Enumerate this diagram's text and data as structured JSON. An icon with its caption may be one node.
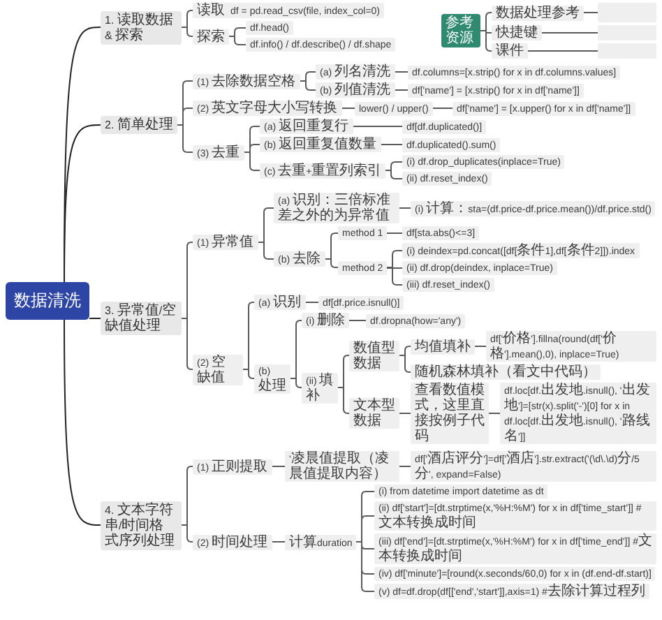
{
  "diagram": {
    "nodes": [
      {
        "text": [
          "数据清洗"
        ]
      },
      {
        "text": [
          "1. 读取数据 & 探索"
        ]
      },
      {
        "text": [
          "读取",
          "df = pd.read_csv(file, index_col=0)"
        ]
      },
      {
        "text": [
          "探索"
        ]
      },
      {
        "text": [
          "df.head()"
        ]
      },
      {
        "text": [
          "df.info() / df.describe() / df.shape"
        ]
      },
      {
        "text": [
          "参考资源"
        ]
      },
      {
        "text": [
          "数据处理参考"
        ]
      },
      {
        "text": [],
        "shape": "box"
      },
      {
        "text": [
          "快捷键"
        ]
      },
      {
        "text": [],
        "shape": "box"
      },
      {
        "text": [
          "课件"
        ]
      },
      {
        "text": [],
        "shape": "box"
      },
      {
        "text": [
          "2. 简单处理"
        ]
      },
      {
        "text": [
          "(1) 去除数据空格"
        ]
      },
      {
        "text": [
          "(a) 列名清洗"
        ]
      },
      {
        "text": [
          "df.columns=[x.strip() for x in df.columns.values]"
        ]
      },
      {
        "text": [
          "(b) 列值清洗"
        ]
      },
      {
        "text": [
          "df['name'] = [x.strip() for x in df['name']]"
        ]
      },
      {
        "text": [
          "(2) 英文字母大小写转换"
        ]
      },
      {
        "text": [
          "lower() / upper()"
        ]
      },
      {
        "text": [
          "df['name'] = [x.upper() for x in df['name']]"
        ]
      },
      {
        "text": [
          "(3) 去重"
        ]
      },
      {
        "text": [
          "(a) 返回重复行"
        ]
      },
      {
        "text": [
          "df[df.duplicated()]"
        ]
      },
      {
        "text": [
          "(b) 返回重复值数量"
        ]
      },
      {
        "text": [
          "df.duplicated().sum()"
        ]
      },
      {
        "text": [
          "(c) 去重+重置列索引"
        ]
      },
      {
        "text": [
          "(i) df.drop_duplicates(inplace=True)"
        ]
      },
      {
        "text": [
          "(ii) df.reset_index()"
        ]
      },
      {
        "text": [
          "3. 异常值/空缺值处理"
        ]
      },
      {
        "text": [
          "(1) 异常值"
        ]
      },
      {
        "text": [
          "(a) 识别：三倍标准差之外的为异常值"
        ]
      },
      {
        "text": [
          "(i) 计算：sta=(df.price-df.price.mean())/df.price.std()"
        ]
      },
      {
        "text": [
          "(b) 去除"
        ]
      },
      {
        "text": [
          "method 1"
        ]
      },
      {
        "text": [
          "df[sta.abs()<=3]"
        ]
      },
      {
        "text": [
          "method 2"
        ]
      },
      {
        "text": [
          "(i) deindex=pd.concat([df[条件1],df[条件2]]).index"
        ]
      },
      {
        "text": [
          "(ii) df.drop(deindex, inplace=True)"
        ]
      },
      {
        "text": [
          "(iii) df.reset_index()"
        ]
      },
      {
        "text": [
          "(2) 空缺值"
        ]
      },
      {
        "text": [
          "(a) 识别"
        ]
      },
      {
        "text": [
          "df[df.price.isnull()]"
        ]
      },
      {
        "text": [
          "(b) 处理"
        ]
      },
      {
        "text": [
          "(i) 删除"
        ]
      },
      {
        "text": [
          "df.dropna(how='any')"
        ]
      },
      {
        "text": [
          "(ii) 填补"
        ]
      },
      {
        "text": [
          "数值型数据"
        ]
      },
      {
        "text": [
          "均值填补"
        ]
      },
      {
        "text": [
          "df['价格'].fillna(round(df['价格'].mean(),0), inplace=True)"
        ]
      },
      {
        "text": [
          "随机森林填补（看文中代码）"
        ]
      },
      {
        "text": [
          "文本型数据"
        ]
      },
      {
        "text": [
          "查看数值模式，这里直接按例子代码"
        ]
      },
      {
        "text": [
          "df.loc[df.出发地.isnull(), '出发地']=[str(x).split('-')[0] for x in df.loc[df.出发地.isnull(), '路线名']]"
        ]
      },
      {
        "text": [
          "4. 文本字符串/时间格式序列处理"
        ]
      },
      {
        "text": [
          "(1) 正则提取"
        ]
      },
      {
        "text": [
          "'凌晨值提取（凌晨值提取内容）"
        ]
      },
      {
        "text": [
          "df['酒店评分']=df['酒店'].str.extract('(\\d\\.\\d)分/5分', expand=False)"
        ]
      },
      {
        "text": [
          "(2) 时间处理"
        ]
      },
      {
        "text": [
          "计算duration"
        ]
      },
      {
        "text": [
          "(i) from datetime import datetime as dt"
        ]
      },
      {
        "text": [
          "(ii) df['start']=[dt.strptime(x,'%H:%M') for x in df['time_start']] #文本转换成时间"
        ]
      },
      {
        "text": [
          "(iii) df['end']=[dt.strptime(x,'%H:%M') for x in df['time_end']] #文本转换成时间"
        ]
      },
      {
        "text": [
          "(iv) df['minute']=[round(x.seconds/60,0) for x in (df.end-df.start)]"
        ]
      },
      {
        "text": [
          "(v) df=df.drop(df[['end','start']],axis=1) #去除计算过程列"
        ]
      }
    ],
    "edges": [
      {
        "from": 0,
        "to": 1,
        "arrow": "none",
        "color": "#222222"
      },
      {
        "from": 0,
        "to": 13,
        "arrow": "none",
        "color": "#222222"
      },
      {
        "from": 0,
        "to": 30,
        "arrow": "none",
        "color": "#222222"
      },
      {
        "from": 0,
        "to": 55,
        "arrow": "none",
        "color": "#222222"
      },
      {
        "from": 1,
        "to": 2,
        "arrow": "none"
      },
      {
        "from": 1,
        "to": 3,
        "arrow": "none"
      },
      {
        "from": 3,
        "to": 4,
        "arrow": "none"
      },
      {
        "from": 3,
        "to": 5,
        "arrow": "none"
      },
      {
        "from": 6,
        "to": 7,
        "arrow": "none"
      },
      {
        "from": 7,
        "to": 8,
        "arrow": "none"
      },
      {
        "from": 6,
        "to": 9,
        "arrow": "none"
      },
      {
        "from": 9,
        "to": 10,
        "arrow": "none"
      },
      {
        "from": 6,
        "to": 11,
        "arrow": "none"
      },
      {
        "from": 11,
        "to": 12,
        "arrow": "none"
      },
      {
        "from": 13,
        "to": 14,
        "arrow": "none"
      },
      {
        "from": 14,
        "to": 15,
        "arrow": "none"
      },
      {
        "from": 15,
        "to": 16,
        "arrow": "none"
      },
      {
        "from": 14,
        "to": 17,
        "arrow": "none"
      },
      {
        "from": 17,
        "to": 18,
        "arrow": "none"
      },
      {
        "from": 13,
        "to": 19,
        "arrow": "none"
      },
      {
        "from": 19,
        "to": 20,
        "arrow": "none"
      },
      {
        "from": 20,
        "to": 21,
        "arrow": "none"
      },
      {
        "from": 13,
        "to": 22,
        "arrow": "none"
      },
      {
        "from": 22,
        "to": 23,
        "arrow": "none"
      },
      {
        "from": 23,
        "to": 24,
        "arrow": "none"
      },
      {
        "from": 22,
        "to": 25,
        "arrow": "none"
      },
      {
        "from": 25,
        "to": 26,
        "arrow": "none"
      },
      {
        "from": 22,
        "to": 27,
        "arrow": "none"
      },
      {
        "from": 27,
        "to": 28,
        "arrow": "none"
      },
      {
        "from": 27,
        "to": 29,
        "arrow": "none"
      },
      {
        "from": 30,
        "to": 31,
        "arrow": "none"
      },
      {
        "from": 31,
        "to": 32,
        "arrow": "none"
      },
      {
        "from": 32,
        "to": 33,
        "arrow": "none"
      },
      {
        "from": 31,
        "to": 34,
        "arrow": "none"
      },
      {
        "from": 34,
        "to": 35,
        "arrow": "none"
      },
      {
        "from": 35,
        "to": 36,
        "arrow": "none"
      },
      {
        "from": 34,
        "to": 37,
        "arrow": "none"
      },
      {
        "from": 37,
        "to": 38,
        "arrow": "none"
      },
      {
        "from": 37,
        "to": 39,
        "arrow": "none"
      },
      {
        "from": 37,
        "to": 40,
        "arrow": "none"
      },
      {
        "from": 30,
        "to": 41,
        "arrow": "none"
      },
      {
        "from": 41,
        "to": 42,
        "arrow": "none"
      },
      {
        "from": 42,
        "to": 43,
        "arrow": "none"
      },
      {
        "from": 41,
        "to": 44,
        "arrow": "none"
      },
      {
        "from": 44,
        "to": 45,
        "arrow": "none"
      },
      {
        "from": 45,
        "to": 46,
        "arrow": "none"
      },
      {
        "from": 44,
        "to": 47,
        "arrow": "none"
      },
      {
        "from": 47,
        "to": 48,
        "arrow": "none"
      },
      {
        "from": 48,
        "to": 49,
        "arrow": "none"
      },
      {
        "from": 49,
        "to": 50,
        "arrow": "none"
      },
      {
        "from": 48,
        "to": 51,
        "arrow": "none"
      },
      {
        "from": 47,
        "to": 52,
        "arrow": "none"
      },
      {
        "from": 52,
        "to": 53,
        "arrow": "none"
      },
      {
        "from": 53,
        "to": 54,
        "arrow": "none"
      },
      {
        "from": 55,
        "to": 56,
        "arrow": "none"
      },
      {
        "from": 56,
        "to": 57,
        "arrow": "none"
      },
      {
        "from": 57,
        "to": 58,
        "arrow": "none"
      },
      {
        "from": 55,
        "to": 59,
        "arrow": "none"
      },
      {
        "from": 59,
        "to": 60,
        "arrow": "none"
      },
      {
        "from": 60,
        "to": 61,
        "arrow": "none"
      },
      {
        "from": 60,
        "to": 62,
        "arrow": "none"
      },
      {
        "from": 60,
        "to": 63,
        "arrow": "none"
      },
      {
        "from": 60,
        "to": 64,
        "arrow": "none"
      },
      {
        "from": 60,
        "to": 65,
        "arrow": "none"
      }
    ]
  }
}
